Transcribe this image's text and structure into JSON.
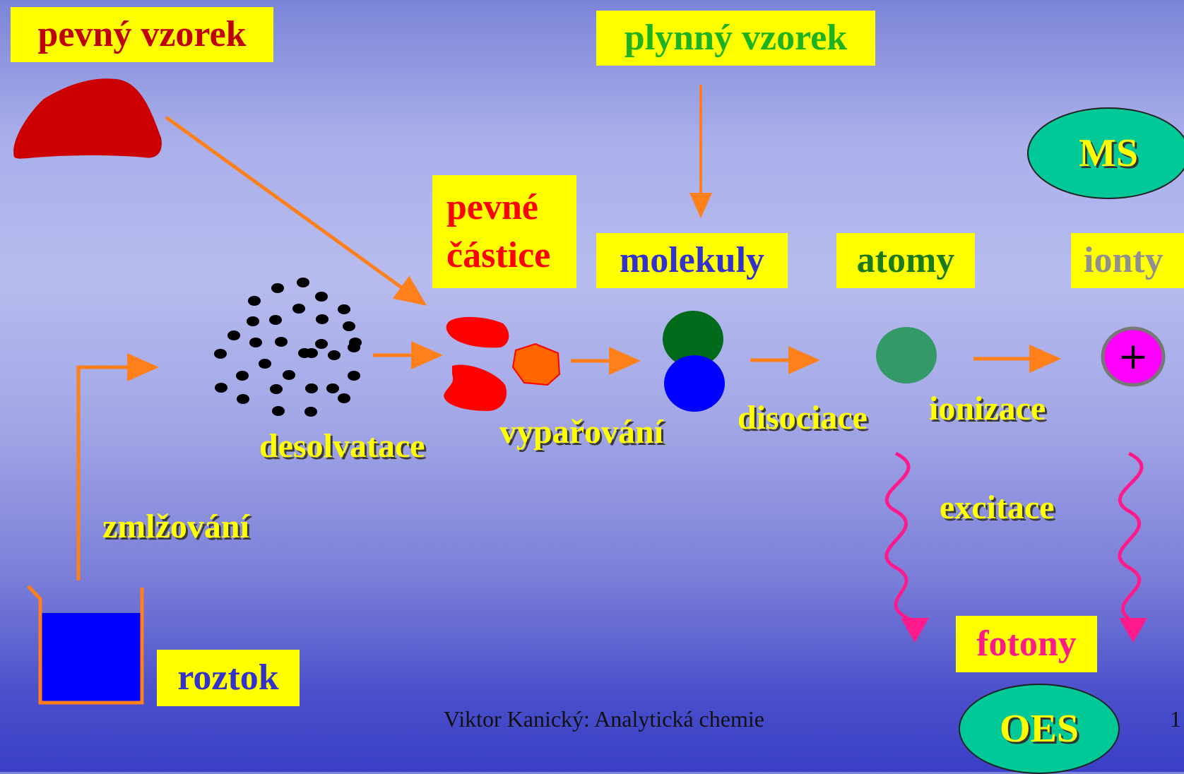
{
  "labels": {
    "pevny_vzorek": "pevný vzorek",
    "plynny_vzorek": "plynný vzorek",
    "pevne_line1": "pevné",
    "pevne_line2": "částice",
    "molekuly": "molekuly",
    "atomy": "atomy",
    "ionty": "ionty",
    "roztok": "roztok",
    "fotony": "fotony"
  },
  "processes": {
    "desolvatace": "desolvatace",
    "vyparovani": "vypařování",
    "disociace": "disociace",
    "ionizace": "ionizace",
    "excitace": "excitace",
    "zmlzovani": "zmlžování"
  },
  "techniques": {
    "ms": "MS",
    "oes": "OES"
  },
  "ion_symbol": "+",
  "footer": {
    "author": "Viktor Kanický: Analytická chemie",
    "page": "1"
  },
  "colors": {
    "label_bg": "#ffff00",
    "arrow": "#ff7f1a",
    "photon": "#ff1a8c",
    "solid_sample": "#cc0000",
    "solution": "#0000ff",
    "molecule_top": "#006b1a",
    "molecule_bottom": "#0000ff",
    "atom": "#339966",
    "ion": "#ff00ff",
    "technique_oval": "#00c896"
  }
}
